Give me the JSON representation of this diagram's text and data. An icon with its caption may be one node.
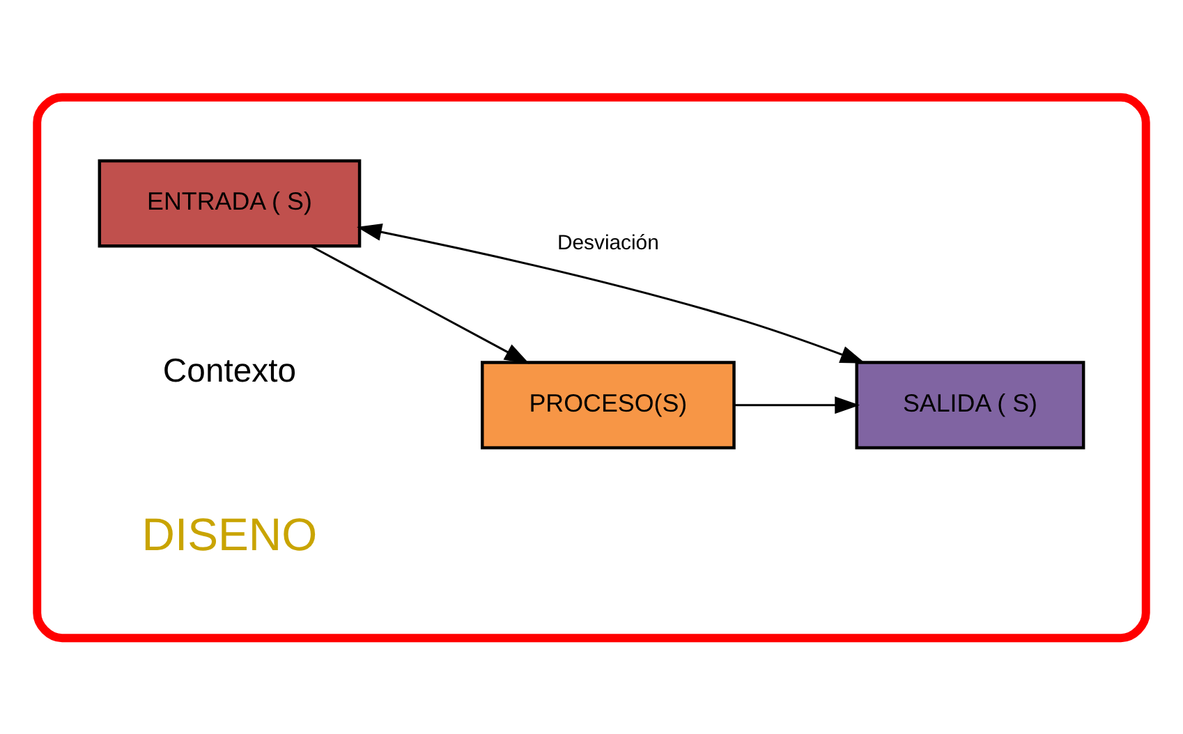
{
  "diagram": {
    "nodes": [
      {
        "text": [],
        "shape": "ellipse"
      },
      {
        "text": [
          "ENTRADA ( S)"
        ],
        "in": 0
      },
      {
        "text": [
          "PROCESO(S)"
        ],
        "in": 0
      },
      {
        "text": [
          "SALIDA ( S)"
        ],
        "in": 0
      }
    ],
    "edges": [
      {
        "from": 1,
        "to": 2,
        "arrow": "to"
      },
      {
        "from": 2,
        "to": 3,
        "arrow": "to"
      },
      {
        "from": 3,
        "to": 1,
        "arrow": "both",
        "label": "Desviación"
      }
    ],
    "labels": [
      "Contexto",
      "DISENO"
    ]
  }
}
